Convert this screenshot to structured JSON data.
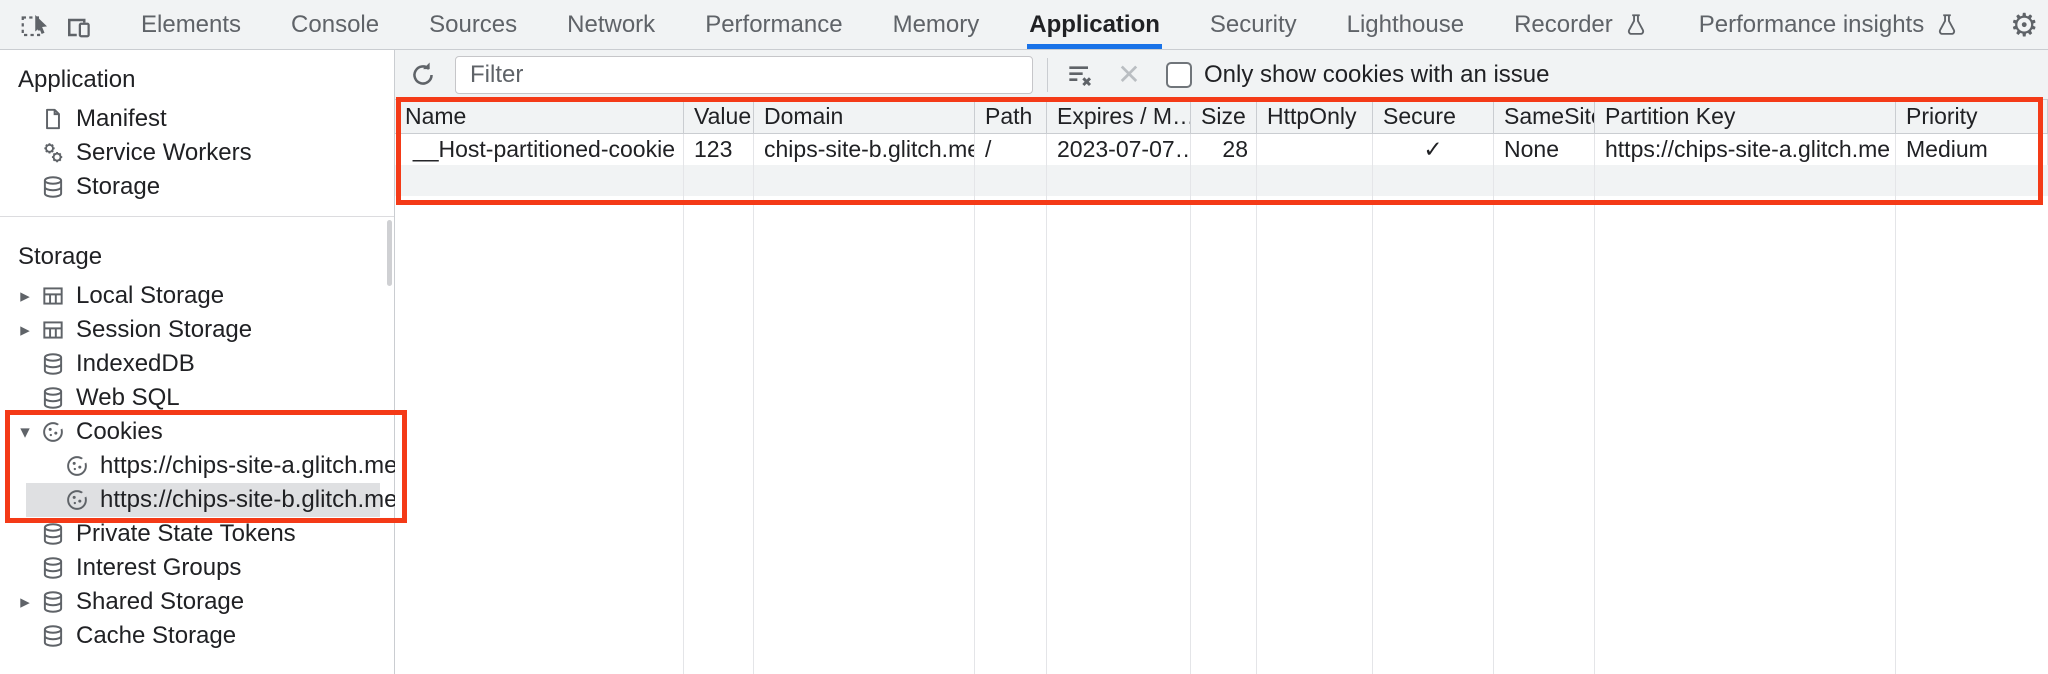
{
  "tabbar": {
    "tabs": [
      {
        "label": "Elements"
      },
      {
        "label": "Console"
      },
      {
        "label": "Sources"
      },
      {
        "label": "Network"
      },
      {
        "label": "Performance"
      },
      {
        "label": "Memory"
      },
      {
        "label": "Application",
        "active": true
      },
      {
        "label": "Security"
      },
      {
        "label": "Lighthouse"
      },
      {
        "label": "Recorder",
        "experimental": true
      },
      {
        "label": "Performance insights",
        "experimental": true
      }
    ],
    "active_tab": "Application"
  },
  "sidebar": {
    "sections": [
      {
        "title": "Application",
        "items": [
          {
            "label": "Manifest",
            "icon": "file-icon"
          },
          {
            "label": "Service Workers",
            "icon": "service-workers-icon"
          },
          {
            "label": "Storage",
            "icon": "database-icon"
          }
        ]
      },
      {
        "title": "Storage",
        "items": [
          {
            "label": "Local Storage",
            "icon": "table-icon",
            "expander": "collapsed"
          },
          {
            "label": "Session Storage",
            "icon": "table-icon",
            "expander": "collapsed"
          },
          {
            "label": "IndexedDB",
            "icon": "database-icon"
          },
          {
            "label": "Web SQL",
            "icon": "database-icon"
          },
          {
            "label": "Cookies",
            "icon": "cookie-icon",
            "expander": "expanded",
            "in_highlight_box": true
          },
          {
            "label": "https://chips-site-a.glitch.me",
            "icon": "cookie-icon",
            "child": true,
            "in_highlight_box": true
          },
          {
            "label": "https://chips-site-b.glitch.me",
            "icon": "cookie-icon",
            "child": true,
            "selected": true,
            "in_highlight_box": true
          },
          {
            "label": "Private State Tokens",
            "icon": "database-icon"
          },
          {
            "label": "Interest Groups",
            "icon": "database-icon"
          },
          {
            "label": "Shared Storage",
            "icon": "database-icon",
            "expander": "collapsed"
          },
          {
            "label": "Cache Storage",
            "icon": "database-icon"
          }
        ]
      }
    ]
  },
  "toolbar": {
    "filter_placeholder": "Filter",
    "filter_value": "",
    "checkbox_label": "Only show cookies with an issue",
    "checkbox_checked": false
  },
  "cookie_table": {
    "columns": [
      "Name",
      "Value",
      "Domain",
      "Path",
      "Expires / M…",
      "Size",
      "HttpOnly",
      "Secure",
      "SameSite",
      "Partition Key",
      "Priority"
    ],
    "rows": [
      {
        "name": "__Host-partitioned-cookie",
        "value": "123",
        "domain": "chips-site-b.glitch.me",
        "path": "/",
        "expires": "2023-07-07…",
        "size": "28",
        "http_only": "",
        "secure": "✓",
        "same_site": "None",
        "partition_key": "https://chips-site-a.glitch.me",
        "priority": "Medium"
      }
    ]
  },
  "annotations": {
    "highlight_color": "#f43a17",
    "highlighted_regions": [
      "cookies-tree-group",
      "cookie-table-header-and-row"
    ]
  },
  "colors": {
    "accent_blue": "#1a73e8",
    "toolbar_bg": "#f1f3f4",
    "selection_bg": "#dfe0e2",
    "text_secondary": "#5f6368"
  },
  "icons": {
    "gear": "⚙",
    "kebab": "⋮",
    "close": "✕",
    "check": "✓",
    "triangle_collapsed": "▸",
    "triangle_expanded": "▾"
  }
}
